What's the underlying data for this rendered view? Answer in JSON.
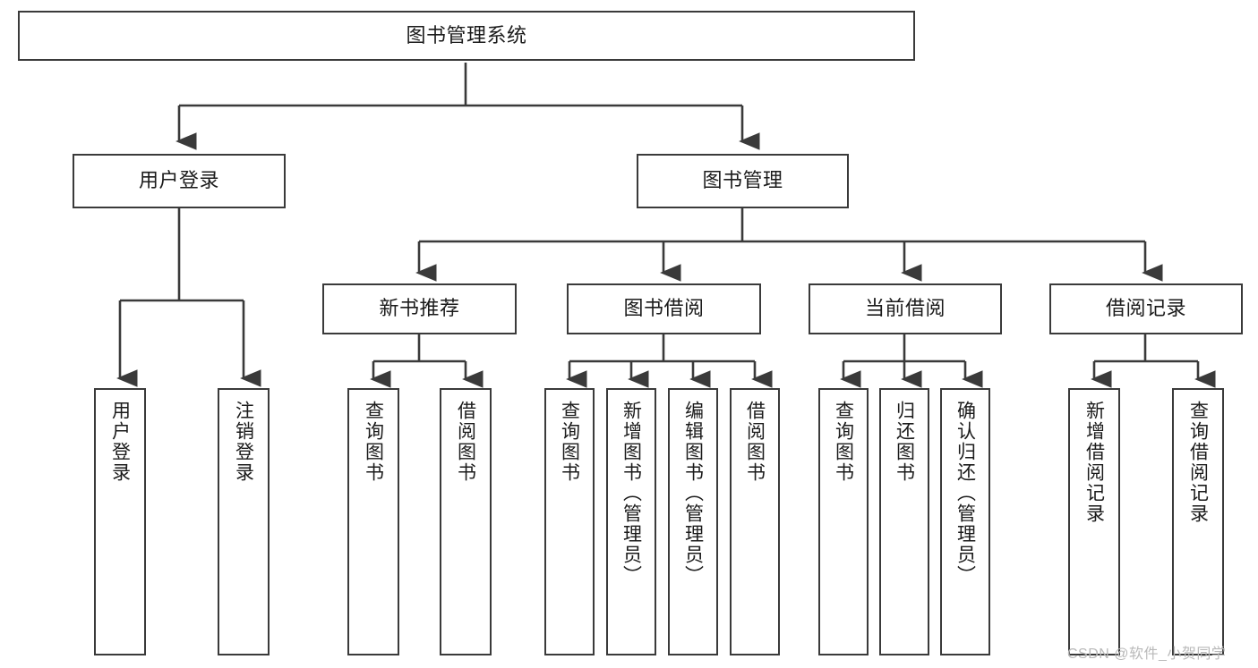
{
  "diagram": {
    "type": "tree",
    "title": "图书管理系统",
    "orientation": "top-down",
    "colors": {
      "node_border": "#3a3a3a",
      "node_fill": "#ffffff",
      "connector": "#3a3a3a",
      "text": "#1b1b1b",
      "watermark": "#b9b9b9"
    },
    "root": {
      "label": "图书管理系统"
    },
    "level1": [
      {
        "label": "用户登录"
      },
      {
        "label": "图书管理"
      }
    ],
    "level2": [
      {
        "label": "新书推荐"
      },
      {
        "label": "图书借阅"
      },
      {
        "label": "当前借阅"
      },
      {
        "label": "借阅记录"
      }
    ],
    "leaves": {
      "user_login": [
        {
          "label": "用户登录"
        },
        {
          "label": "注销登录"
        }
      ],
      "new_book_recommend": [
        {
          "label": "查询图书"
        },
        {
          "label": "借阅图书"
        }
      ],
      "book_borrow": [
        {
          "label": "查询图书"
        },
        {
          "label": "新增图书（管理员）"
        },
        {
          "label": "编辑图书（管理员）"
        },
        {
          "label": "借阅图书"
        }
      ],
      "current_borrow": [
        {
          "label": "查询图书"
        },
        {
          "label": "归还图书"
        },
        {
          "label": "确认归还（管理员）"
        }
      ],
      "borrow_record": [
        {
          "label": "新增借阅记录"
        },
        {
          "label": "查询借阅记录"
        }
      ]
    }
  },
  "watermark": {
    "text": "CSDN @软件_小贺同学"
  }
}
